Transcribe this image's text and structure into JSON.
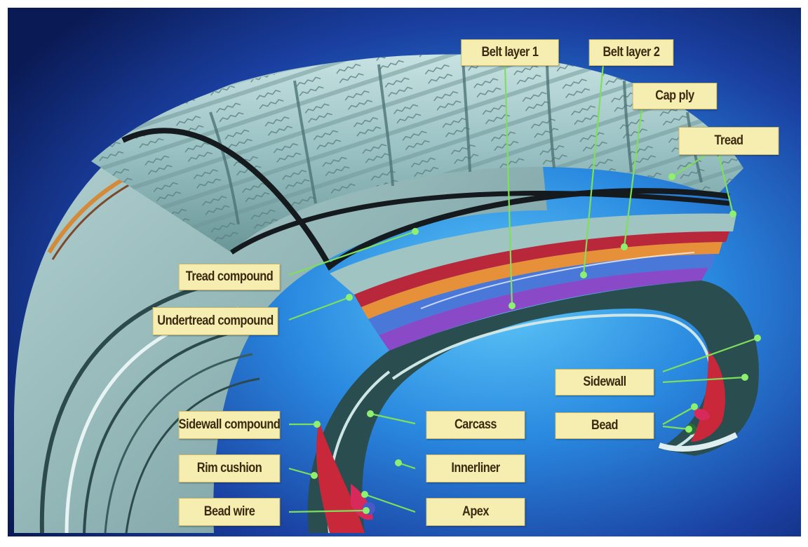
{
  "diagram": {
    "labels": {
      "belt_layer_1": "Belt layer 1",
      "belt_layer_2": "Belt layer 2",
      "cap_ply": "Cap ply",
      "tread": "Tread",
      "tread_compound": "Tread compound",
      "undertread_compound": "Undertread compound",
      "sidewall": "Sidewall",
      "bead": "Bead",
      "sidewall_compound": "Sidewall compound",
      "carcass": "Carcass",
      "rim_cushion": "Rim cushion",
      "innerliner": "Innerliner",
      "bead_wire": "Bead wire",
      "apex": "Apex"
    },
    "colors": {
      "background_dark": "#0a1a55",
      "background_light": "#48b8f0",
      "rubber": "#9fc4c2",
      "label_fill": "#f6eeb0",
      "leader_line": "#7ee05a",
      "cap_ply": "#e6903a",
      "belt_red": "#b8283a",
      "belt_blue": "#4a78d8",
      "belt_purple": "#8a4ac8",
      "apex": "#d82a5a"
    }
  }
}
